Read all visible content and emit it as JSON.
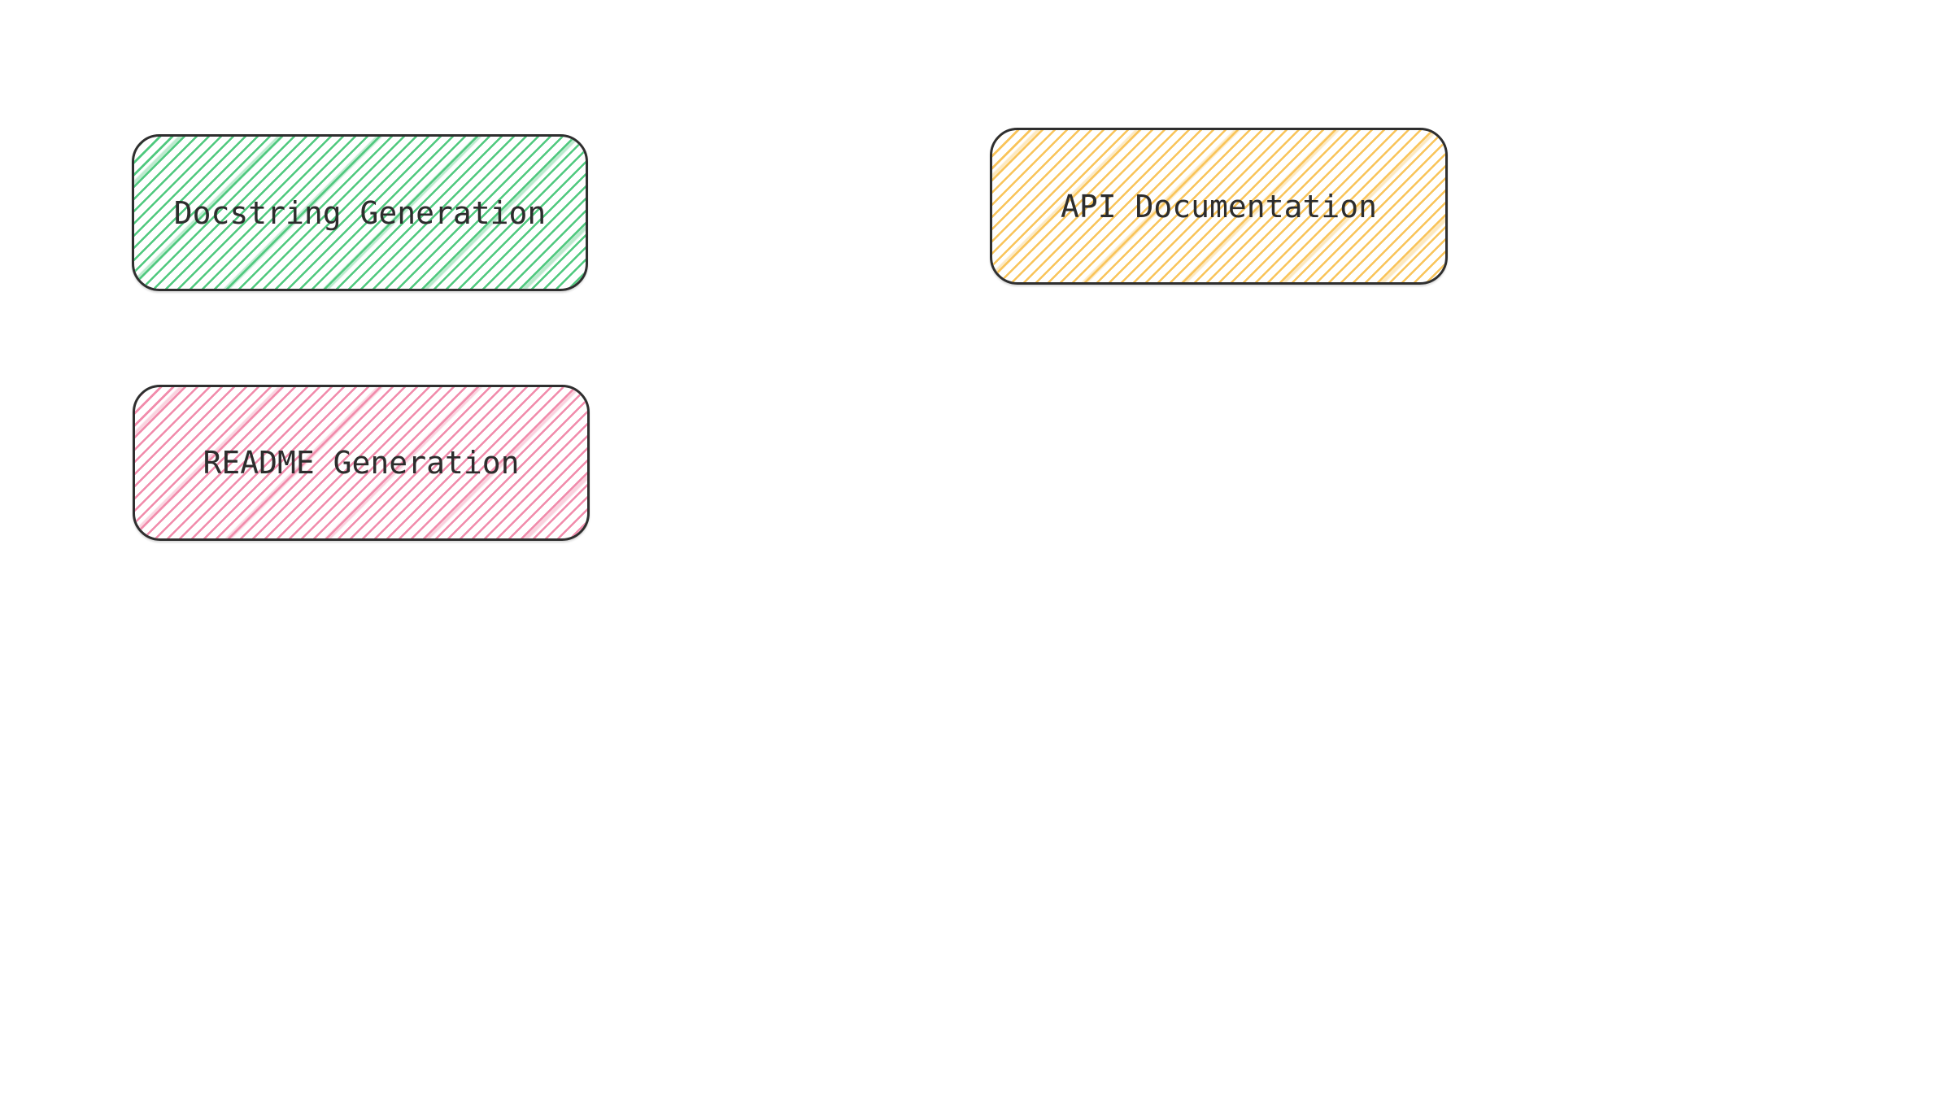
{
  "canvas": {
    "background_color": "#ffffff",
    "style": "hand-drawn whiteboard diagram"
  },
  "diagram": {
    "nodes": [
      {
        "id": "docstring-generation",
        "label": "Docstring Generation",
        "fill_style": "hachure",
        "hatch_color": "#4fc97e",
        "border_color": "#2f2f2f",
        "text_color": "#2d2d2d"
      },
      {
        "id": "api-documentation",
        "label": "API Documentation",
        "fill_style": "hachure",
        "hatch_color": "#f9c45a",
        "border_color": "#2f2f2f",
        "text_color": "#2d2d2d"
      },
      {
        "id": "readme-generation",
        "label": "README Generation",
        "fill_style": "hachure",
        "hatch_color": "#f18bab",
        "border_color": "#2f2f2f",
        "text_color": "#2d2d2d"
      }
    ]
  }
}
